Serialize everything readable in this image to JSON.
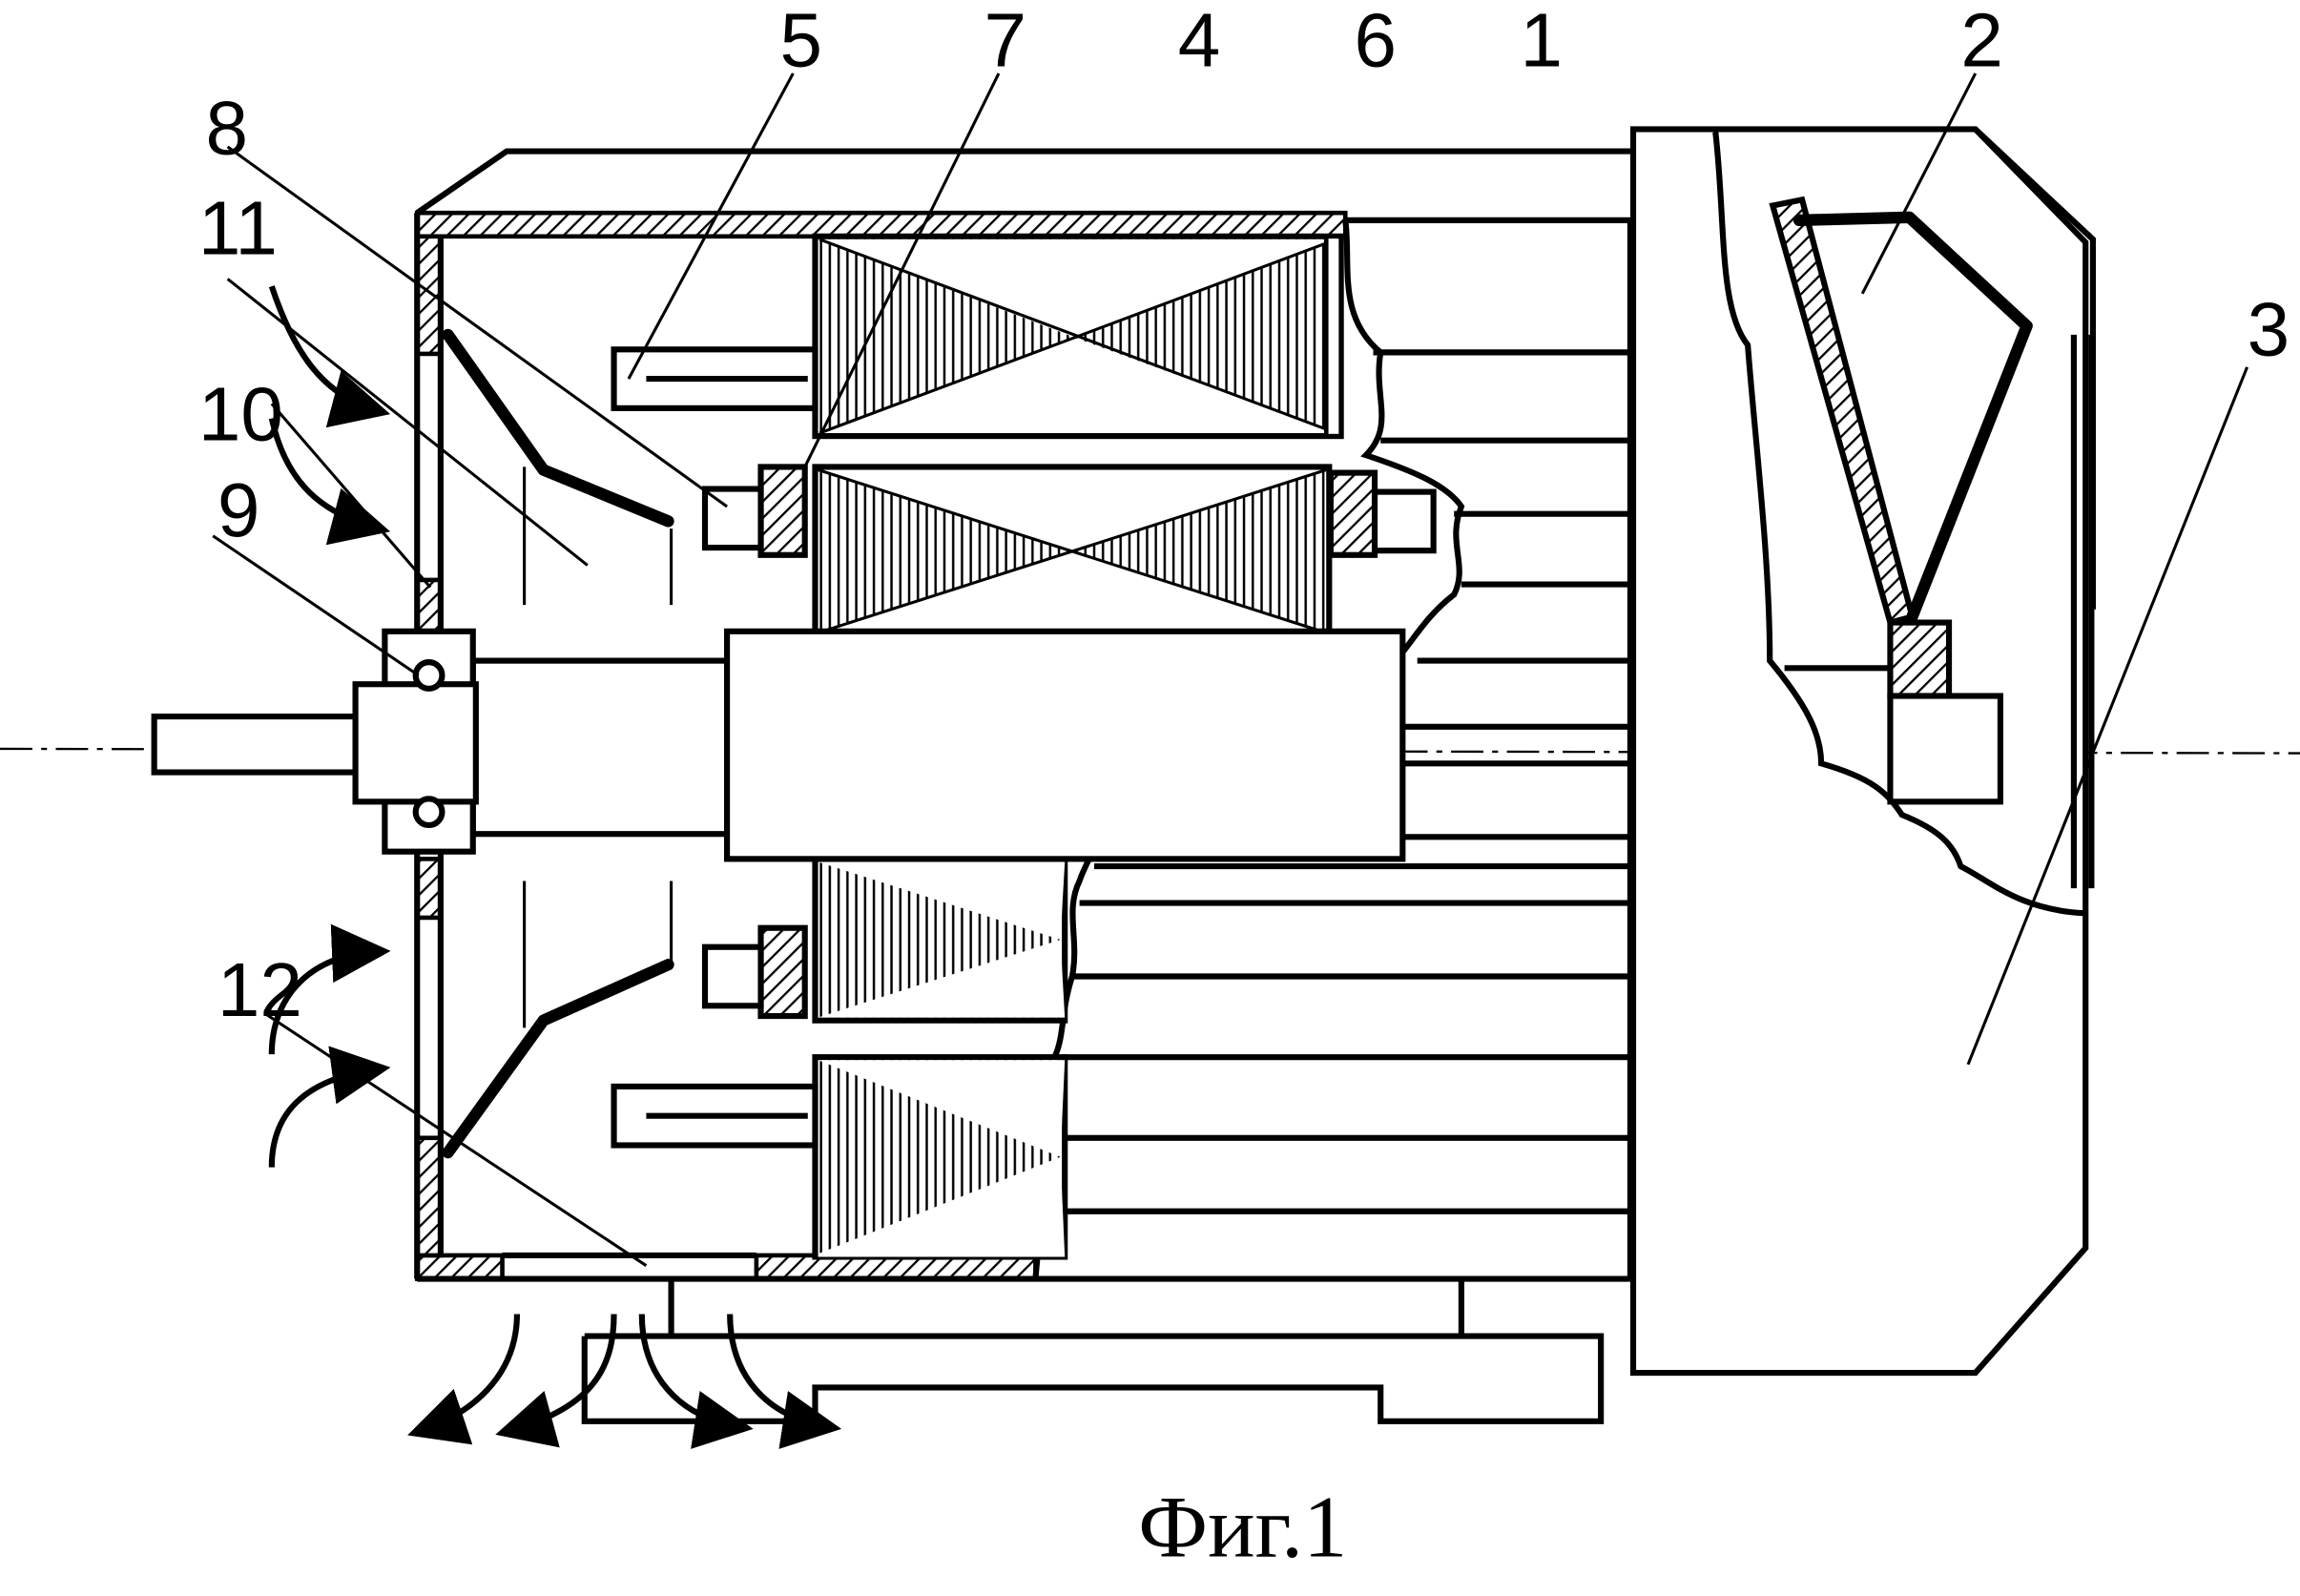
{
  "figure": {
    "caption": "Фиг.1",
    "callouts": [
      "1",
      "2",
      "3",
      "4",
      "5",
      "6",
      "7",
      "8",
      "9",
      "10",
      "11",
      "12"
    ]
  },
  "colors": {
    "ink": "#000000",
    "paper": "#ffffff"
  }
}
